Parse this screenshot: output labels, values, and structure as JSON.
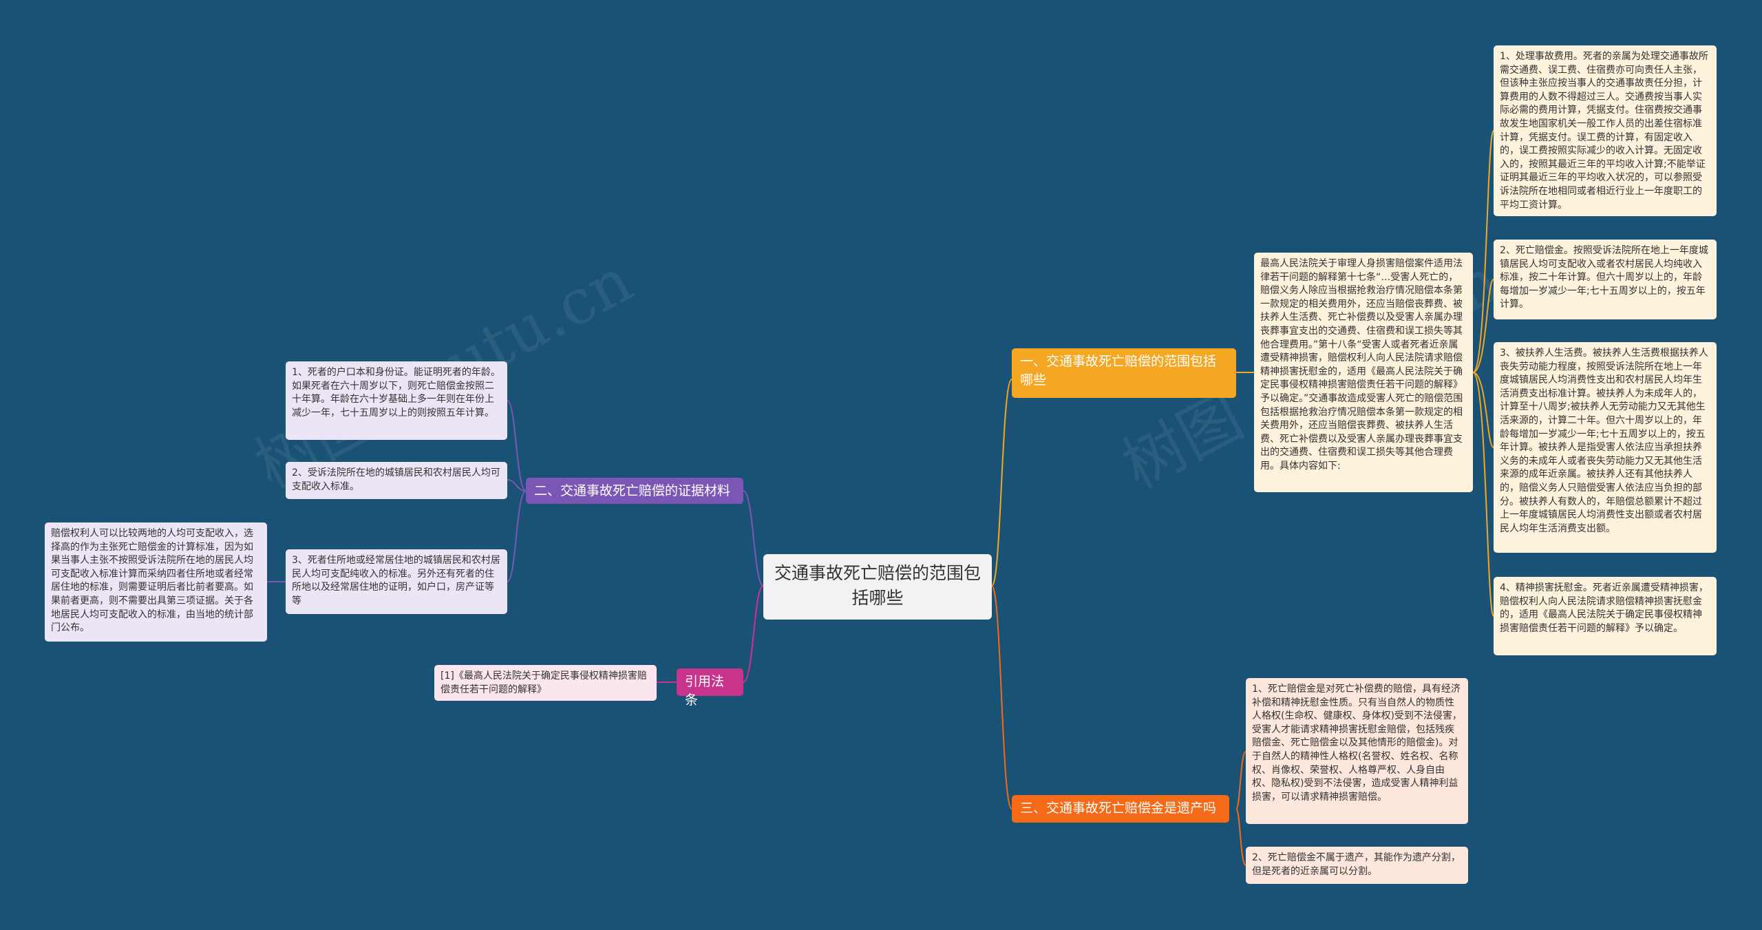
{
  "colors": {
    "background": "#1a5276",
    "branch1": "#f5a623",
    "branch2": "#7a57b5",
    "branch3": "#f56a16",
    "branch4": "#c8348c",
    "leaf_cream": "#fdf2dc",
    "leaf_purple": "#ece5f5",
    "leaf_pink": "#fbe5ef",
    "leaf_peach": "#fde6dc"
  },
  "watermark": "树图 shutu.cn",
  "root": {
    "label": "交通事故死亡赔偿的范围包括哪些"
  },
  "branches": {
    "b1": {
      "label": "一、交通事故死亡赔偿的范围包括哪些",
      "intro": "最高人民法院关于审理人身损害赔偿案件适用法律若干问题的解释第十七条“…受害人死亡的，赔偿义务人除应当根据抢救治疗情况赔偿本条第一款规定的相关费用外，还应当赔偿丧葬费、被扶养人生活费、死亡补偿费以及受害人亲属办理丧葬事宜支出的交通费、住宿费和误工损失等其他合理费用。”第十八条“受害人或者死者近亲属遭受精神损害，赔偿权利人向人民法院请求赔偿精神损害抚慰金的，适用《最高人民法院关于确定民事侵权精神损害赔偿责任若干问题的解释》予以确定。”交通事故造成受害人死亡的赔偿范围包括根据抢救治疗情况赔偿本条第一款规定的相关费用外，还应当赔偿丧葬费、被扶养人生活费、死亡补偿费以及受害人亲属办理丧葬事宜支出的交通费、住宿费和误工损失等其他合理费用。具体内容如下:",
      "items": [
        "1、处理事故费用。死者的亲属为处理交通事故所需交通费、误工费、住宿费亦可向责任人主张，但该种主张应按当事人的交通事故责任分担，计算费用的人数不得超过三人。交通费按当事人实际必需的费用计算，凭据支付。住宿费按交通事故发生地国家机关一般工作人员的出差住宿标准计算，凭据支付。误工费的计算，有固定收入的，误工费按照实际减少的收入计算。无固定收入的，按照其最近三年的平均收入计算;不能举证证明其最近三年的平均收入状况的，可以参照受诉法院所在地相同或者相近行业上一年度职工的平均工资计算。",
        "2、死亡赔偿金。按照受诉法院所在地上一年度城镇居民人均可支配收入或者农村居民人均纯收入标准，按二十年计算。但六十周岁以上的，年龄每增加一岁减少一年;七十五周岁以上的，按五年计算。",
        "3、被扶养人生活费。被扶养人生活费根据扶养人丧失劳动能力程度，按照受诉法院所在地上一年度城镇居民人均消费性支出和农村居民人均年生活消费支出标准计算。被扶养人为未成年人的，计算至十八周岁;被扶养人无劳动能力又无其他生活来源的，计算二十年。但六十周岁以上的，年龄每增加一岁减少一年;七十五周岁以上的，按五年计算。被扶养人是指受害人依法应当承担扶养义务的未成年人或者丧失劳动能力又无其他生活来源的成年近亲属。被扶养人还有其他扶养人的，赔偿义务人只赔偿受害人依法应当负担的部分。被扶养人有数人的，年赔偿总额累计不超过上一年度城镇居民人均消费性支出额或者农村居民人均年生活消费支出额。",
        "4、精神损害抚慰金。死者近亲属遭受精神损害，赔偿权利人向人民法院请求赔偿精神损害抚慰金的，适用《最高人民法院关于确定民事侵权精神损害赔偿责任若干问题的解释》予以确定。"
      ]
    },
    "b2": {
      "label": "二、交通事故死亡赔偿的证据材料",
      "items": [
        "1、死者的户口本和身份证。能证明死者的年龄。如果死者在六十周岁以下，则死亡赔偿金按照二十年算。年龄在六十岁基础上多一年则在年份上减少一年，七十五周岁以上的则按照五年计算。",
        "2、受诉法院所在地的城镇居民和农村居民人均可支配收入标准。",
        "3、死者住所地或经常居住地的城镇居民和农村居民人均可支配纯收入的标准。另外还有死者的住所地以及经常居住地的证明，如户口，房产证等等"
      ],
      "sub": "赔偿权利人可以比较两地的人均可支配收入，选择高的作为主张死亡赔偿金的计算标准，因为如果当事人主张不按照受诉法院所在地的居民人均可支配收入标准计算而采纳四者住所地或者经常居住地的标准，则需要证明后者比前者要高。如果前者更高，则不需要出具第三项证据。关于各地居民人均可支配收入的标准，由当地的统计部门公布。"
    },
    "b3": {
      "label": "三、交通事故死亡赔偿金是遗产吗",
      "items": [
        "1、死亡赔偿金是对死亡补偿费的赔偿，具有经济补偿和精神抚慰金性质。只有当自然人的物质性人格权(生命权、健康权、身体权)受到不法侵害，受害人才能请求精神损害抚慰金赔偿，包括残疾赔偿金、死亡赔偿金以及其他情形的赔偿金)。对于自然人的精神性人格权(名誉权、姓名权、名称权、肖像权、荣誉权、人格尊严权、人身自由权、隐私权)受到不法侵害，造成受害人精神利益损害，可以请求精神损害赔偿。",
        "2、死亡赔偿金不属于遗产，其能作为遗产分割，但是死者的近亲属可以分割。"
      ]
    },
    "b4": {
      "label": "引用法条",
      "items": [
        "[1]《最高人民法院关于确定民事侵权精神损害赔偿责任若干问题的解释》"
      ]
    }
  }
}
